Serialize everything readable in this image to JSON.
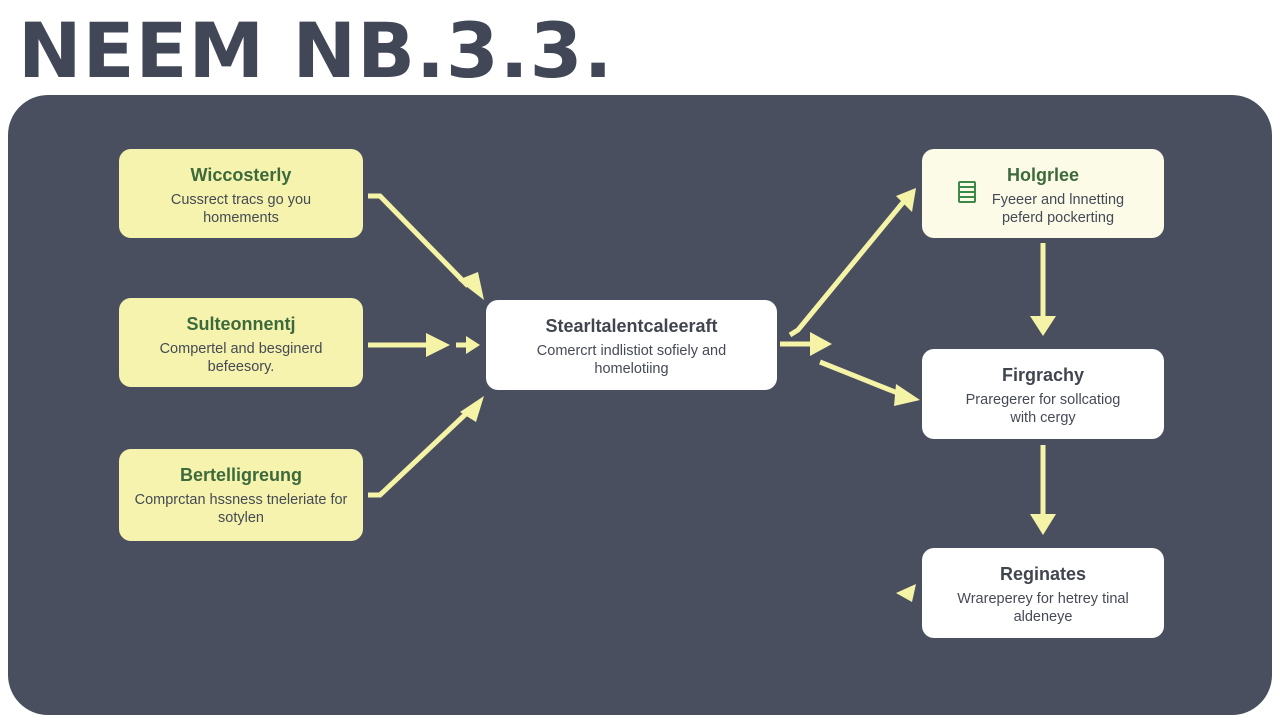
{
  "title": "NEEM NB.3.3.",
  "colors": {
    "panel": "#4a4f5f",
    "arrow": "#f4f3a6",
    "input_box": "#f5f3ad",
    "heading_green": "#3d6a3c"
  },
  "inputs": [
    {
      "heading": "Wiccosterly",
      "desc": "Cussrect tracs go you homements"
    },
    {
      "heading": "Sulteonnentj",
      "desc": "Compertel and besginerd befeesory."
    },
    {
      "heading": "Bertelligreung",
      "desc": "Comprctan hssness tneleriate for sotylen"
    }
  ],
  "center": {
    "heading": "Stearltalentcaleeraft",
    "desc": "Comercrt indlistiot sofiely and homelotiing"
  },
  "outputs": [
    {
      "heading": "Holgrlee",
      "desc": "Fyeeer and lnnetting peferd pockerting",
      "icon": "spreadsheet-icon"
    },
    {
      "heading": "Firgrachy",
      "desc": "Praregerer for sollcatiog with cergy"
    },
    {
      "heading": "Reginates",
      "desc": "Wrareperey for hetrey tinal aldeneye"
    }
  ]
}
